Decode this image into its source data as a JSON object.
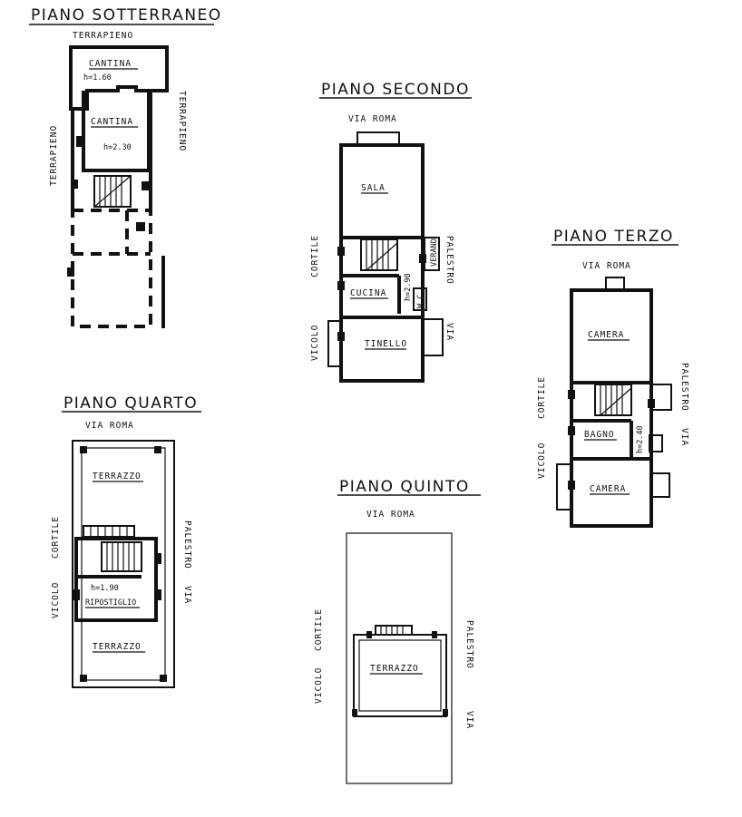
{
  "floors": {
    "sotterraneo": {
      "title": "PIANO SOTTERRANEO",
      "terrapieno_top": "TERRAPIENO",
      "terrapieno_left": "TERRAPIENO",
      "terrapieno_right": "TERRAPIENO",
      "room1": "CANTINA",
      "room1_h": "h=1.60",
      "room2": "CANTINA",
      "room2_h": "h=2.30"
    },
    "secondo": {
      "title": "PIANO SECONDO",
      "street_top": "VIA ROMA",
      "street_left1": "VICOLO",
      "street_left2": "CORTILE",
      "street_right1": "VIA",
      "street_right2": "PALESTRO",
      "room_sala": "SALA",
      "room_cucina": "CUCINA",
      "room_tinello": "TINELLO",
      "room_veranda": "VERAND",
      "wc": "W.C.",
      "h": "h=2.90"
    },
    "terzo": {
      "title": "PIANO TERZO",
      "street_top": "VIA ROMA",
      "street_left1": "VICOLO",
      "street_left2": "CORTILE",
      "street_right1": "VIA",
      "street_right2": "PALESTRO",
      "room_camera1": "CAMERA",
      "room_bagno": "BAGNO",
      "room_camera2": "CAMERA",
      "h": "h=2.40"
    },
    "quarto": {
      "title": "PIANO QUARTO",
      "street_top": "VIA ROMA",
      "street_left1": "VICOLO",
      "street_left2": "CORTILE",
      "street_right1": "VIA",
      "street_right2": "PALESTRO",
      "room_terrazzo1": "TERRAZZO",
      "room_ripostiglio": "RIPOSTIGLIO",
      "room_h": "h=1.90",
      "room_terrazzo2": "TERRAZZO"
    },
    "quinto": {
      "title": "PIANO QUINTO",
      "street_top": "VIA ROMA",
      "street_left1": "VICOLO",
      "street_left2": "CORTILE",
      "street_right1": "VIA",
      "street_right2": "PALESTRO",
      "room_terrazzo": "TERRAZZO"
    }
  }
}
